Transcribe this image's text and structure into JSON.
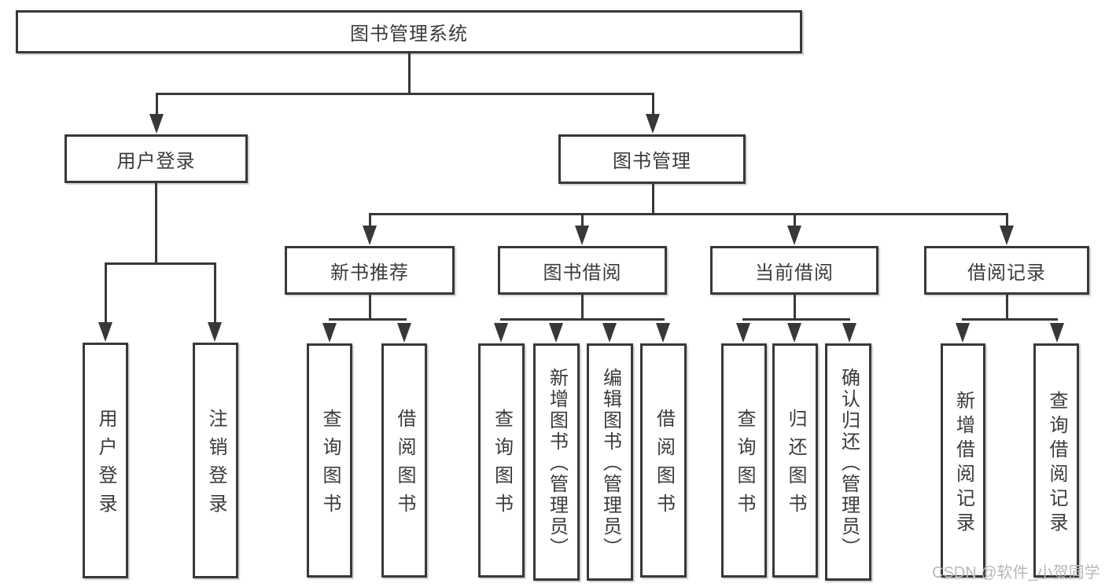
{
  "nodes": {
    "root": "图书管理系统",
    "user_login": "用户登录",
    "book_mgmt": "图书管理",
    "new_book_rec": "新书推荐",
    "book_borrow": "图书借阅",
    "current_borrow": "当前借阅",
    "borrow_record": "借阅记录",
    "ul_login": "用户登录",
    "ul_logout": "注销登录",
    "nb_query": "查询图书",
    "nb_borrow": "借阅图书",
    "bb_query": "查询图书",
    "bb_add": "新增图书（管理员）",
    "bb_edit": "编辑图书（管理员）",
    "bb_borrow": "借阅图书",
    "cb_query": "查询图书",
    "cb_return": "归还图书",
    "cb_confirm": "确认归还（管理员）",
    "br_add": "新增借阅记录",
    "br_query": "查询借阅记录"
  },
  "tree": {
    "图书管理系统": {
      "用户登录": [
        "用户登录",
        "注销登录"
      ],
      "图书管理": {
        "新书推荐": [
          "查询图书",
          "借阅图书"
        ],
        "图书借阅": [
          "查询图书",
          "新增图书（管理员）",
          "编辑图书（管理员）",
          "借阅图书"
        ],
        "当前借阅": [
          "查询图书",
          "归还图书",
          "确认归还（管理员）"
        ],
        "借阅记录": [
          "新增借阅记录",
          "查询借阅记录"
        ]
      }
    }
  },
  "watermark": "CSDN @软件_小贺同学",
  "colors": {
    "line": "#383838",
    "text": "#3b3b3b",
    "watermark": "#b8b8b8",
    "background": "#ffffff"
  }
}
